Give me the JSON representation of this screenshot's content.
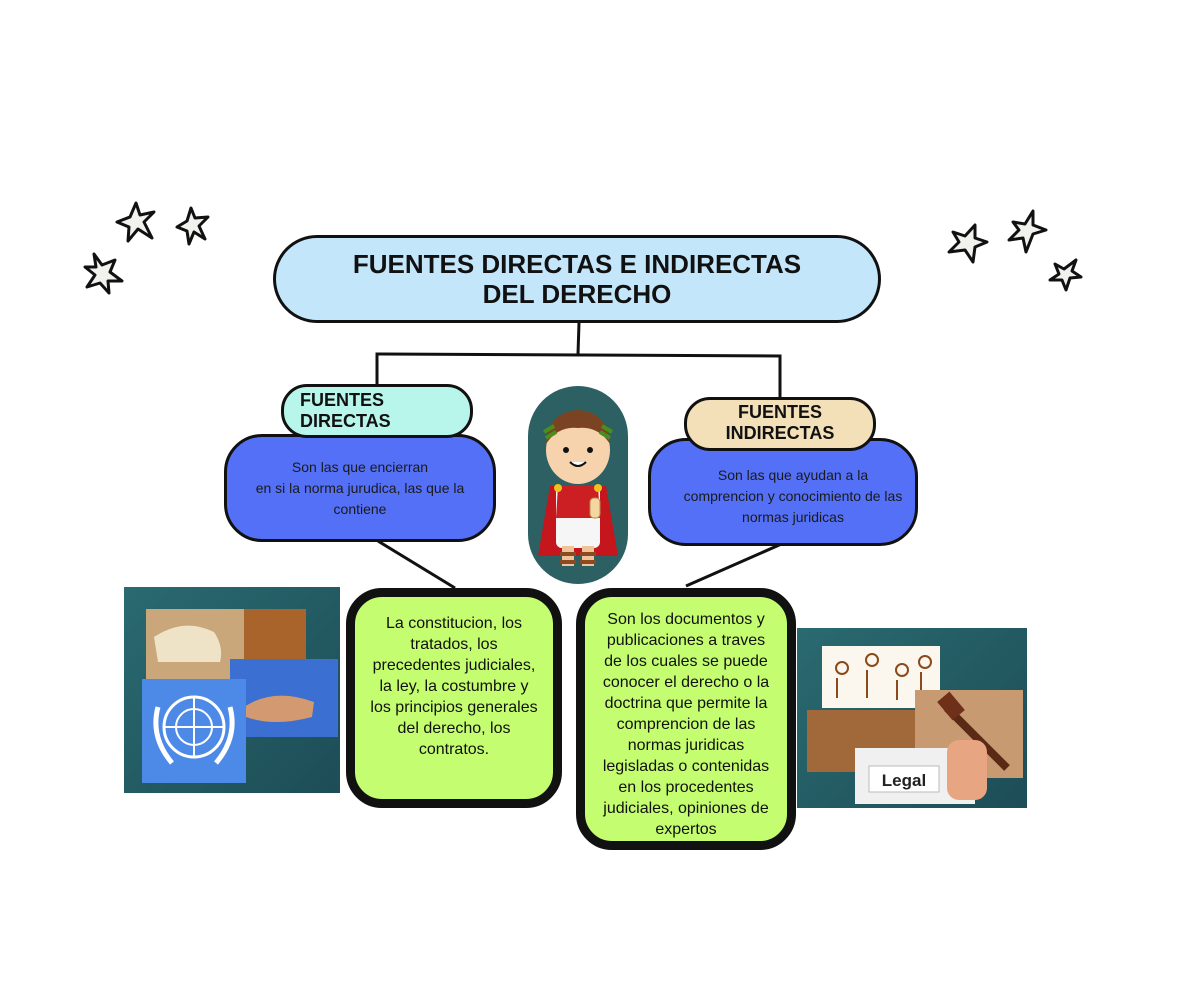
{
  "diagram": {
    "title_lines": [
      "FUENTES DIRECTAS E INDIRECTAS",
      "DEL DERECHO"
    ],
    "branches": [
      {
        "id": "directas",
        "label_lines": [
          "FUENTES",
          "DIRECTAS"
        ],
        "definition_lines": [
          "Son las que encierran",
          "en si la norma jurudica, las que la",
          "contiene"
        ],
        "examples_lines": [
          "La constitucion, los",
          "tratados, los",
          "precedentes judiciales,",
          "la ley, la costumbre y",
          "los principios generales",
          "del derecho, los",
          "contratos."
        ],
        "image": "law-books-un-emblem-handshake-collage"
      },
      {
        "id": "indirectas",
        "label_lines": [
          "FUENTES",
          "INDIRECTAS"
        ],
        "definition_lines": [
          "Son las que ayudan a la",
          "comprencion y conocimiento de las",
          "normas juridicas"
        ],
        "examples_lines": [
          "Son los documentos y",
          "publicaciones a traves",
          "de los cuales se puede",
          "conocer el derecho o la",
          "doctrina que permite la",
          "comprencion de las",
          "normas juridicas",
          "legisladas o contenidas",
          "en los procedentes",
          "judiciales, opiniones de",
          "expertos"
        ],
        "image": "legal-documents-gavel-collage",
        "image_caption": "Legal"
      }
    ],
    "center_image": "roman-emperor-cartoon-mascot",
    "decorations": [
      "star-icon",
      "star-icon",
      "star-icon",
      "star-icon",
      "star-icon",
      "star-icon"
    ]
  },
  "colors": {
    "title_fill": "#c4e6fb",
    "directas_label_fill": "#b8f5ea",
    "indirectas_label_fill": "#f3dfb8",
    "definition_fill": "#5470f7",
    "examples_fill": "#c4fd6f",
    "photo_bg": "#2a6a70",
    "outline": "#111111"
  }
}
